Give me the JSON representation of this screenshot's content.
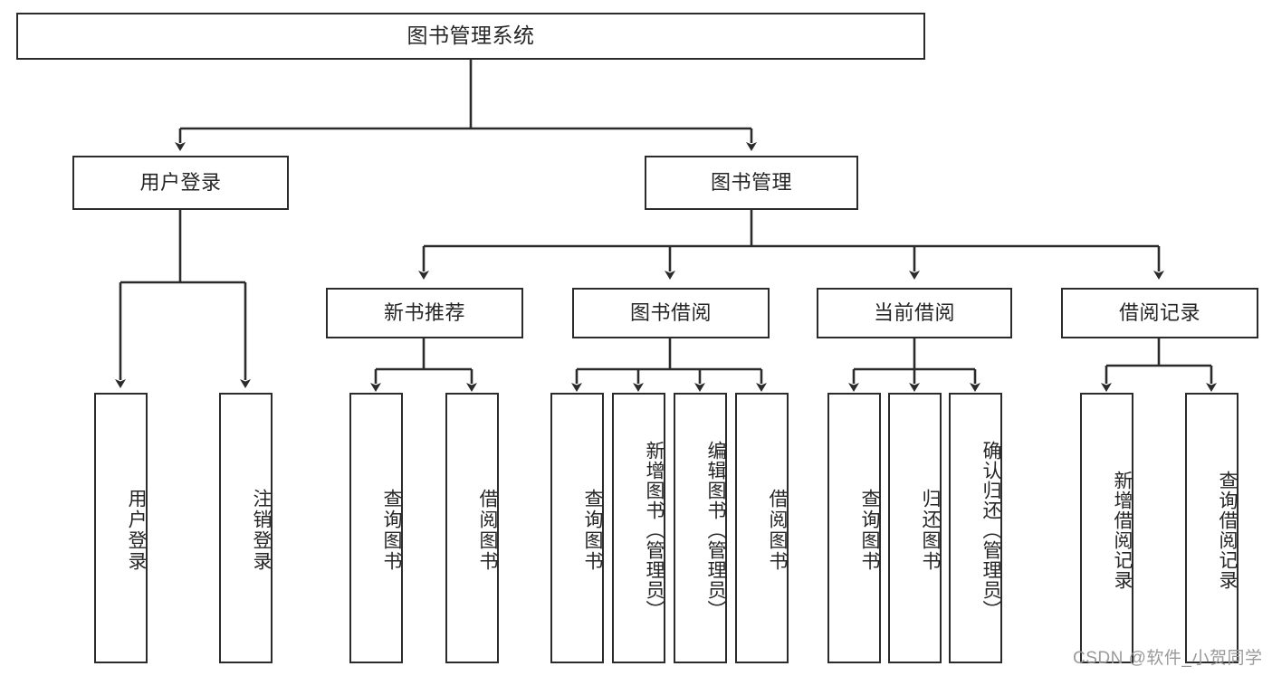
{
  "diagram": {
    "title": "图书管理系统",
    "type": "tree-hierarchy-diagram",
    "watermark": "CSDN @软件_小贺同学",
    "colors": {
      "stroke": "#2b2b2b",
      "fill": "#ffffff",
      "text": "#262626",
      "watermark": "#9a9a9a"
    }
  },
  "nodes": {
    "root": {
      "label": "图书管理系统"
    },
    "level2": [
      {
        "id": "user-login",
        "label": "用户登录"
      },
      {
        "id": "book-management",
        "label": "图书管理"
      }
    ],
    "level3": [
      {
        "id": "new-book-recommend",
        "label": "新书推荐"
      },
      {
        "id": "book-borrow",
        "label": "图书借阅"
      },
      {
        "id": "current-borrow",
        "label": "当前借阅"
      },
      {
        "id": "borrow-record",
        "label": "借阅记录"
      }
    ],
    "leaves": {
      "user_login": [
        {
          "id": "leaf-user-login",
          "label": "用户登录"
        },
        {
          "id": "leaf-logout-login",
          "label": "注销登录"
        }
      ],
      "new_book_recommend": [
        {
          "id": "leaf-query-book-1",
          "label": "查询图书"
        },
        {
          "id": "leaf-borrow-book-1",
          "label": "借阅图书"
        }
      ],
      "book_borrow": [
        {
          "id": "leaf-query-book-2",
          "label": "查询图书"
        },
        {
          "id": "leaf-add-book",
          "label": "新增图书（管理员）"
        },
        {
          "id": "leaf-edit-book",
          "label": "编辑图书（管理员）"
        },
        {
          "id": "leaf-borrow-book-2",
          "label": "借阅图书"
        }
      ],
      "current_borrow": [
        {
          "id": "leaf-query-book-3",
          "label": "查询图书"
        },
        {
          "id": "leaf-return-book",
          "label": "归还图书"
        },
        {
          "id": "leaf-confirm-return",
          "label": "确认归还（管理员）"
        }
      ],
      "borrow_record": [
        {
          "id": "leaf-add-borrow-record",
          "label": "新增借阅记录"
        },
        {
          "id": "leaf-query-borrow-record",
          "label": "查询借阅记录"
        }
      ]
    }
  }
}
